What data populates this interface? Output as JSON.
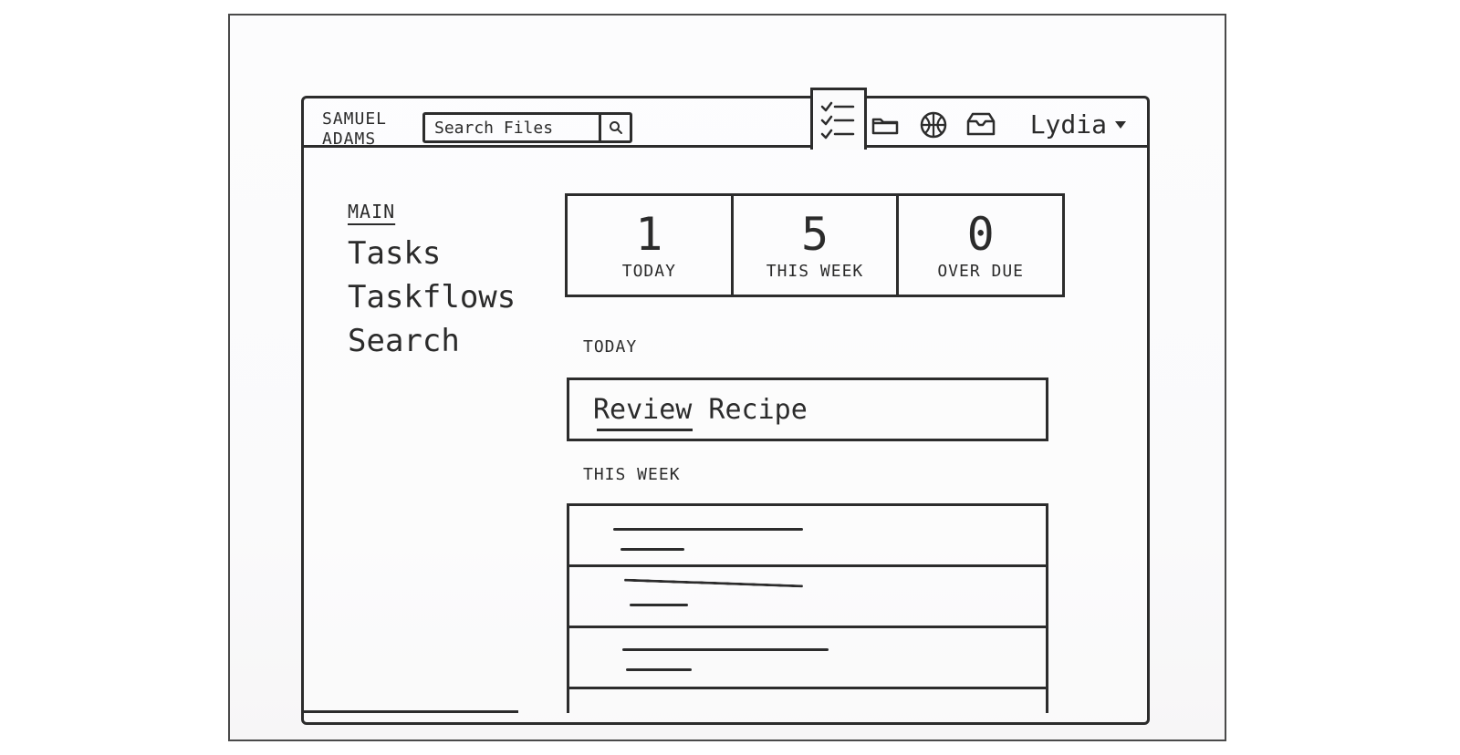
{
  "app": {
    "brand_line1": "SAMUEL",
    "brand_line2": "ADAMS"
  },
  "search": {
    "placeholder": "Search Files"
  },
  "header": {
    "user_name": "Lydia"
  },
  "sidebar": {
    "section_label": "MAIN",
    "items": [
      {
        "label": "Tasks"
      },
      {
        "label": "Taskflows"
      },
      {
        "label": "Search"
      }
    ]
  },
  "stats": [
    {
      "value": "1",
      "label": "TODAY"
    },
    {
      "value": "5",
      "label": "THIS WEEK"
    },
    {
      "value": "0",
      "label": "OVER DUE"
    }
  ],
  "sections": {
    "today_title": "TODAY",
    "this_week_title": "THIS WEEK"
  },
  "today_task": {
    "title": "Review Recipe"
  },
  "icons": {
    "tasks": "checklist-icon",
    "files": "folder-icon",
    "explore": "globe-icon",
    "inbox": "inbox-icon",
    "dropdown": "chevron-down-icon",
    "search": "search-icon"
  },
  "colors": {
    "ink": "#2c2c2c",
    "paper": "#fbfbfc"
  }
}
